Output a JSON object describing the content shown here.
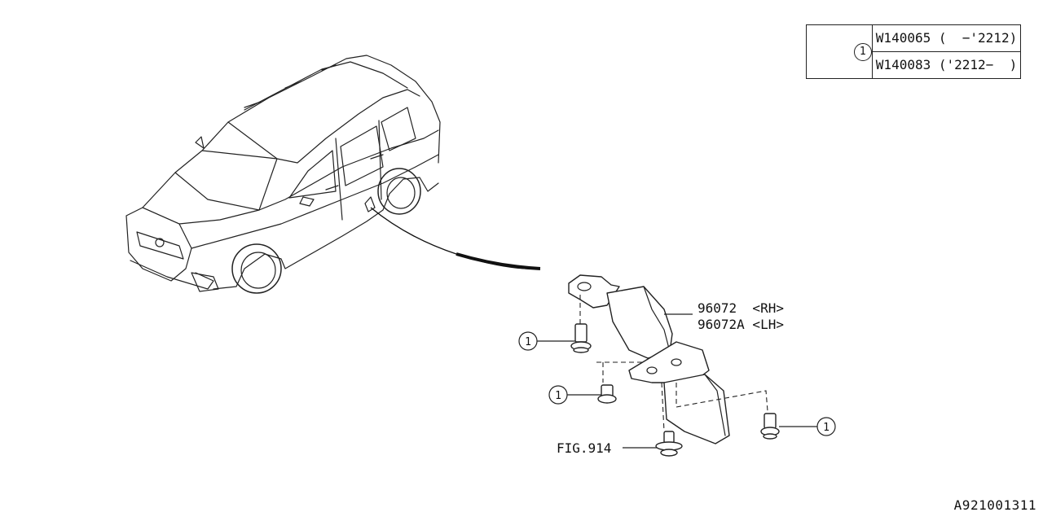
{
  "parts_table": {
    "ref": "1",
    "rows": [
      {
        "part": "W140065",
        "range": "(  −'2212)"
      },
      {
        "part": "W140083",
        "range": "('2212−  )"
      }
    ]
  },
  "part_label": {
    "rh": "96072  <RH>",
    "lh": "96072A <LH>"
  },
  "callouts": {
    "c1": "1",
    "c2": "1",
    "c3": "1"
  },
  "fig_ref": "FIG.914",
  "diagram_code": "A921001311"
}
